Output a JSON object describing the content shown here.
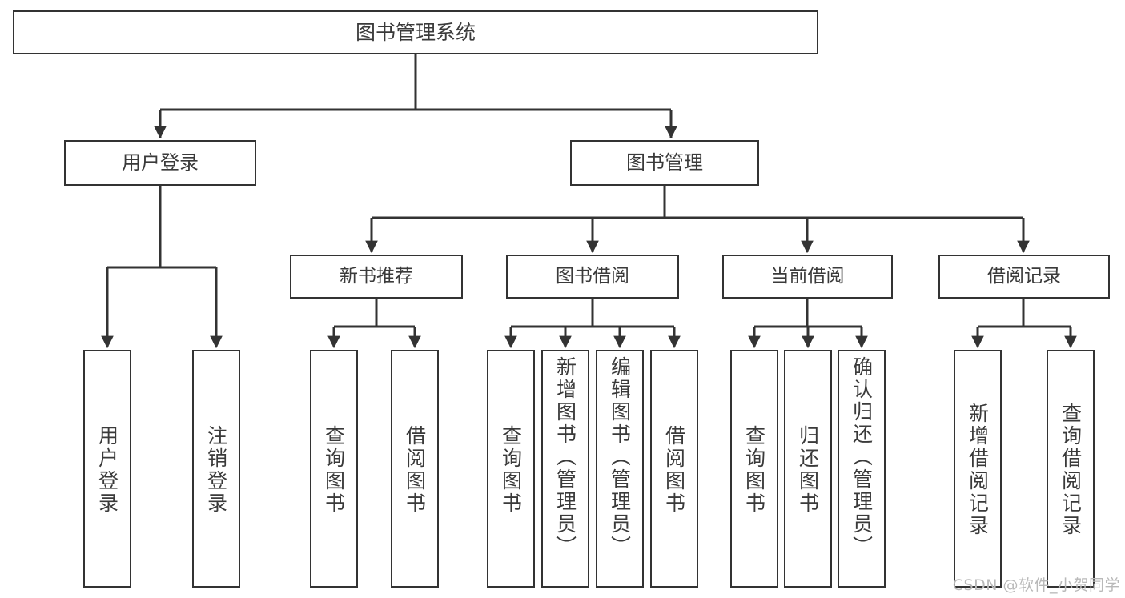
{
  "diagram": {
    "title": "图书管理系统",
    "type": "tree",
    "watermark": "CSDN @软件_小贺同学",
    "colors": {
      "box_border": "#333333",
      "box_fill": "#ffffff",
      "text": "#3a3a3a",
      "edge": "#333333",
      "watermark": "#b9b9b9",
      "background": "#ffffff"
    }
  },
  "nodes": {
    "root": {
      "label": "图书管理系统"
    },
    "level2": [
      {
        "id": "user-login",
        "label": "用户登录"
      },
      {
        "id": "book-manage",
        "label": "图书管理"
      }
    ],
    "level3": [
      {
        "id": "new-book-recommend",
        "label": "新书推荐"
      },
      {
        "id": "book-borrow",
        "label": "图书借阅"
      },
      {
        "id": "current-borrow",
        "label": "当前借阅"
      },
      {
        "id": "borrow-record",
        "label": "借阅记录"
      }
    ],
    "leaves": {
      "user-login": [
        {
          "id": "leaf-user-login",
          "label": "用户登录"
        },
        {
          "id": "leaf-user-logout",
          "label": "注销登录"
        }
      ],
      "new-book-recommend": [
        {
          "id": "leaf-query-book-1",
          "label": "查询图书"
        },
        {
          "id": "leaf-borrow-book-1",
          "label": "借阅图书"
        }
      ],
      "book-borrow": [
        {
          "id": "leaf-query-book-2",
          "label": "查询图书"
        },
        {
          "id": "leaf-add-book",
          "label": "新增图书（管理员）"
        },
        {
          "id": "leaf-edit-book",
          "label": "编辑图书（管理员）"
        },
        {
          "id": "leaf-borrow-book-2",
          "label": "借阅图书"
        }
      ],
      "current-borrow": [
        {
          "id": "leaf-query-book-3",
          "label": "查询图书"
        },
        {
          "id": "leaf-return-book",
          "label": "归还图书"
        },
        {
          "id": "leaf-confirm-return",
          "label": "确认归还（管理员）"
        }
      ],
      "borrow-record": [
        {
          "id": "leaf-add-record",
          "label": "新增借阅记录"
        },
        {
          "id": "leaf-query-record",
          "label": "查询借阅记录"
        }
      ]
    }
  }
}
